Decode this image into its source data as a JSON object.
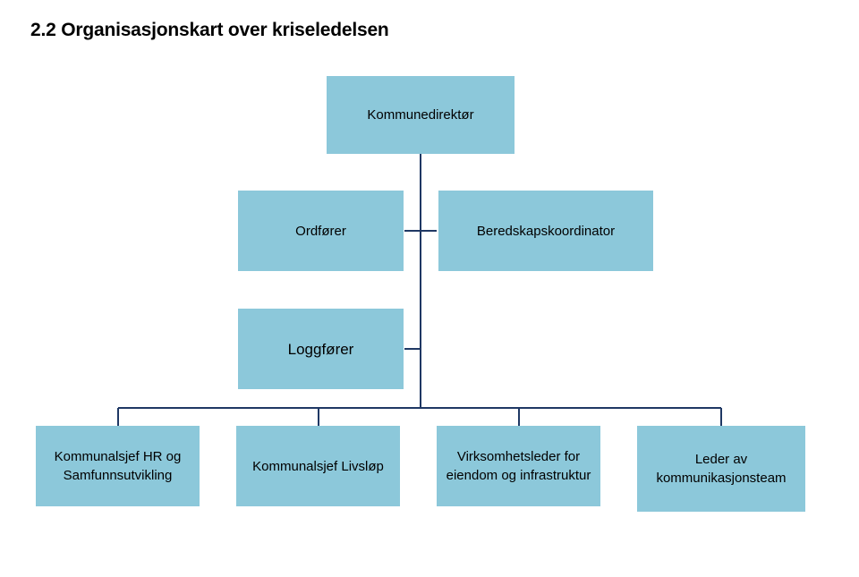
{
  "heading": "2.2 Organisasjonskart over kriseledelsen",
  "colors": {
    "box_fill": "#8cc8da",
    "connector": "#1f3864"
  },
  "org_chart": {
    "director": "Kommunedirektør",
    "mayor": "Ordfører",
    "preparedness_coordinator": "Beredskapskoordinator",
    "logger": "Loggfører",
    "units": [
      "Kommunalsjef HR og Samfunnsutvikling",
      "Kommunalsjef Livsløp",
      "Virksomhetsleder for eiendom og infrastruktur",
      "Leder av kommunikasjonsteam"
    ]
  }
}
